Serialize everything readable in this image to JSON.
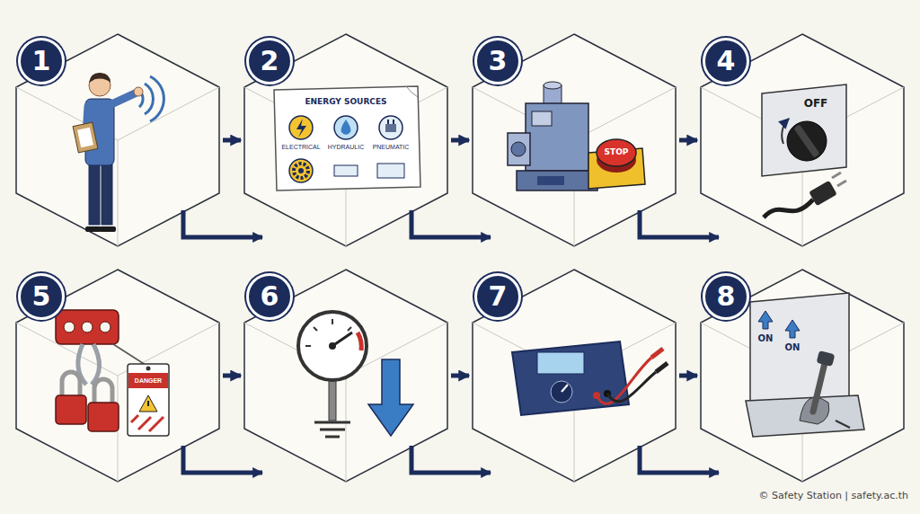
{
  "diagram": {
    "nodes": [
      {
        "text": [
          "1"
        ]
      },
      {
        "text": [
          "2"
        ]
      },
      {
        "text": [
          "3"
        ]
      },
      {
        "text": [
          "4"
        ]
      },
      {
        "text": [
          "5"
        ]
      },
      {
        "text": [
          "6"
        ]
      },
      {
        "text": [
          "7"
        ]
      },
      {
        "text": [
          "8"
        ]
      }
    ],
    "edges": [
      {
        "from": 0,
        "to": 1,
        "arrow": "to"
      },
      {
        "from": 1,
        "to": 2,
        "arrow": "to"
      },
      {
        "from": 2,
        "to": 3,
        "arrow": "to"
      },
      {
        "from": 4,
        "to": 5,
        "arrow": "to"
      },
      {
        "from": 5,
        "to": 6,
        "arrow": "to"
      },
      {
        "from": 6,
        "to": 7,
        "arrow": "to"
      }
    ],
    "labels": [
      "ENERGY SOURCES",
      "ELECTRICAL",
      "HYDRAULIC",
      "PNEUMATIC",
      "STOP",
      "OFF",
      "DANGER",
      "ON",
      "ON",
      "© Safety Station | safety.ac.th"
    ]
  }
}
